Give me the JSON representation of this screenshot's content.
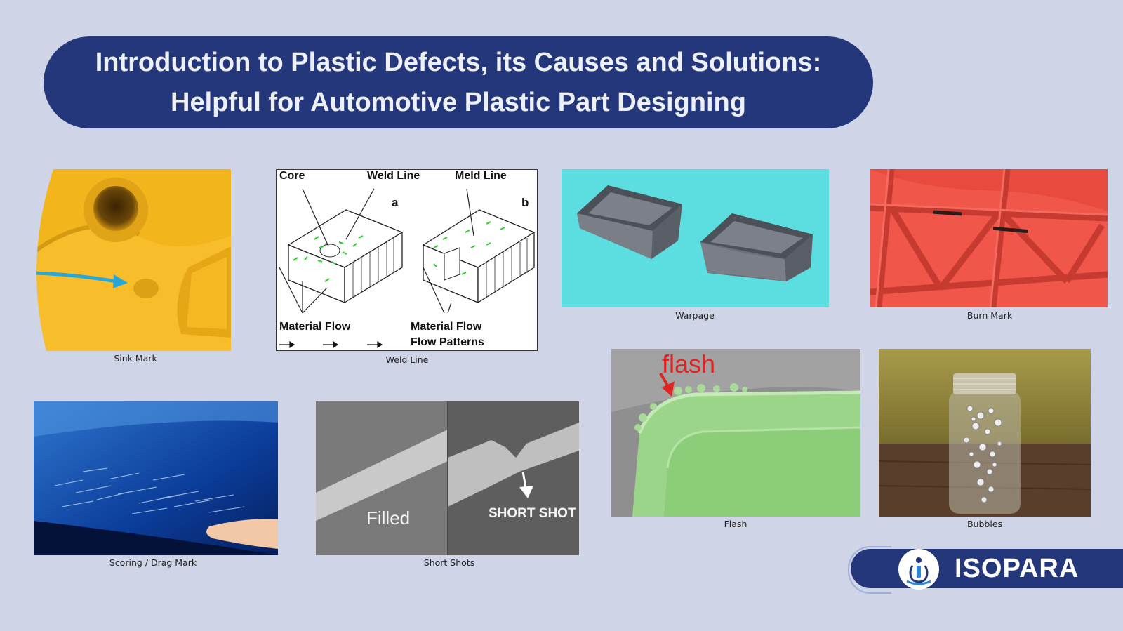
{
  "title": {
    "line1": "Introduction to Plastic Defects, its Causes and Solutions:",
    "line2": "Helpful for Automotive Plastic Part Designing"
  },
  "figures": {
    "sink_mark": {
      "caption": "Sink Mark"
    },
    "weld_line": {
      "caption": "Weld Line",
      "labels": {
        "core": "Core",
        "weld_line": "Weld Line",
        "meld_line": "Meld Line",
        "a": "a",
        "b": "b",
        "material_flow_a": "Material Flow",
        "material_flow_b": "Material Flow",
        "flow_patterns": "Flow Patterns"
      }
    },
    "warpage": {
      "caption": "Warpage"
    },
    "burn_mark": {
      "caption": "Burn Mark"
    },
    "scoring": {
      "caption": "Scoring / Drag Mark"
    },
    "short_shots": {
      "caption": "Short Shots",
      "labels": {
        "filled": "Filled",
        "short_shot": "SHORT SHOT"
      }
    },
    "flash": {
      "caption": "Flash",
      "labels": {
        "flash": "flash"
      }
    },
    "bubbles": {
      "caption": "Bubbles"
    }
  },
  "logo": {
    "text": "ISOPARA",
    "icon": "isopara-logo-icon"
  },
  "colors": {
    "background": "#cfd4e6",
    "banner": "#24377a",
    "banner_text": "#eef0f7"
  }
}
